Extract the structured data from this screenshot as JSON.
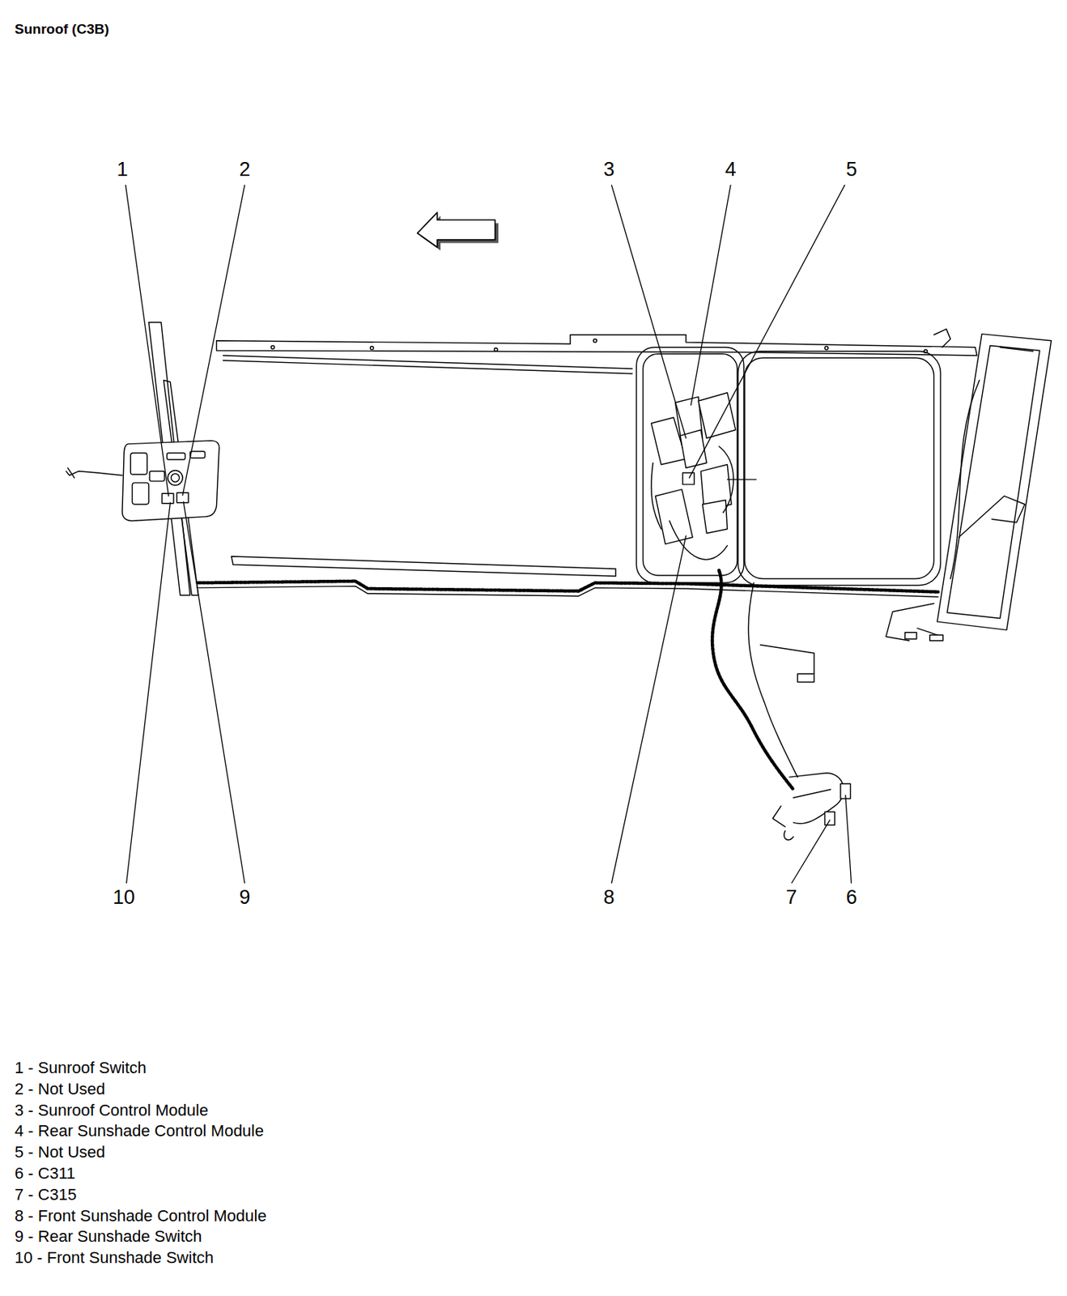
{
  "diagram": {
    "title": "Sunroof (C3B)",
    "labels": [
      "1",
      "2",
      "3",
      "4",
      "5",
      "10",
      "9",
      "8",
      "7",
      "6",
      "1 - Sunroof Switch",
      "2 - Not Used",
      "3 - Sunroof Control Module",
      "4 - Rear Sunshade Control Module",
      "5 - Not Used",
      "6 - C311",
      "7 - C315",
      "8 - Front Sunshade Control Module",
      "9 - Rear Sunshade Switch",
      "10 - Front Sunshade Switch"
    ]
  }
}
